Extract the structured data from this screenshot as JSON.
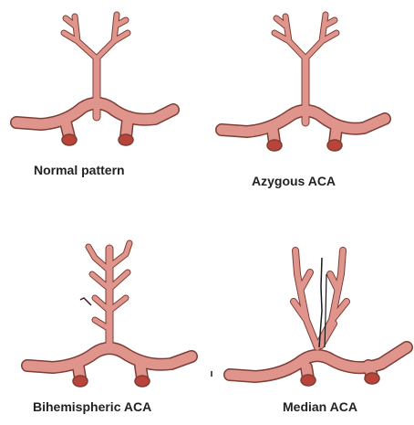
{
  "figure": {
    "panels": [
      {
        "id": "normal",
        "caption": "Normal pattern"
      },
      {
        "id": "azygous",
        "caption": "Azygous ACA"
      },
      {
        "id": "bihemispheric",
        "caption": "Bihemispheric ACA"
      },
      {
        "id": "median",
        "caption": "Median ACA"
      }
    ]
  },
  "colors": {
    "vessel_fill": "#e0958c",
    "vessel_outline": "#7e3d35",
    "vessel_cut": "#b8443a",
    "background": "#ffffff",
    "text": "#222222"
  }
}
